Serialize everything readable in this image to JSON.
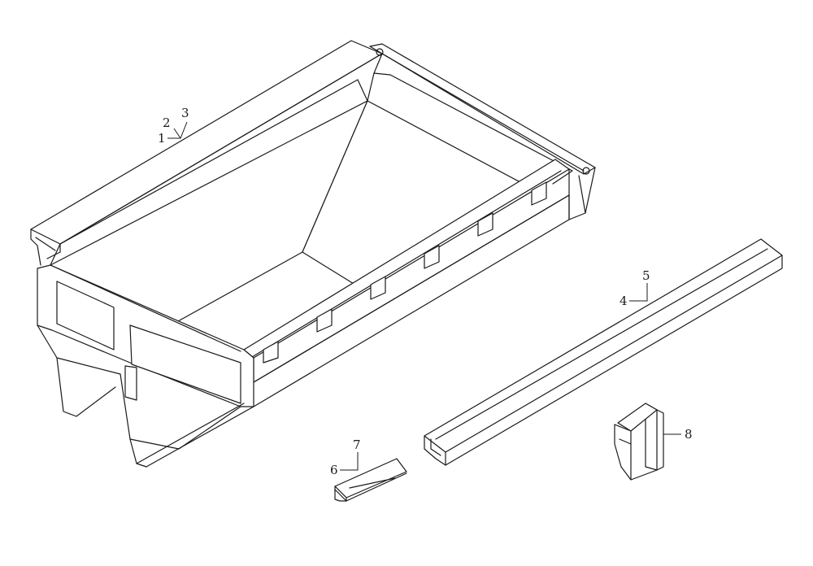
{
  "diagram": {
    "callouts": [
      {
        "id": "c1",
        "label": "1"
      },
      {
        "id": "c2",
        "label": "2"
      },
      {
        "id": "c3",
        "label": "3"
      },
      {
        "id": "c4",
        "label": "4"
      },
      {
        "id": "c5",
        "label": "5"
      },
      {
        "id": "c6",
        "label": "6"
      },
      {
        "id": "c7",
        "label": "7"
      },
      {
        "id": "c8",
        "label": "8"
      }
    ],
    "line_color": "#1a1a1a",
    "background": "#ffffff"
  }
}
